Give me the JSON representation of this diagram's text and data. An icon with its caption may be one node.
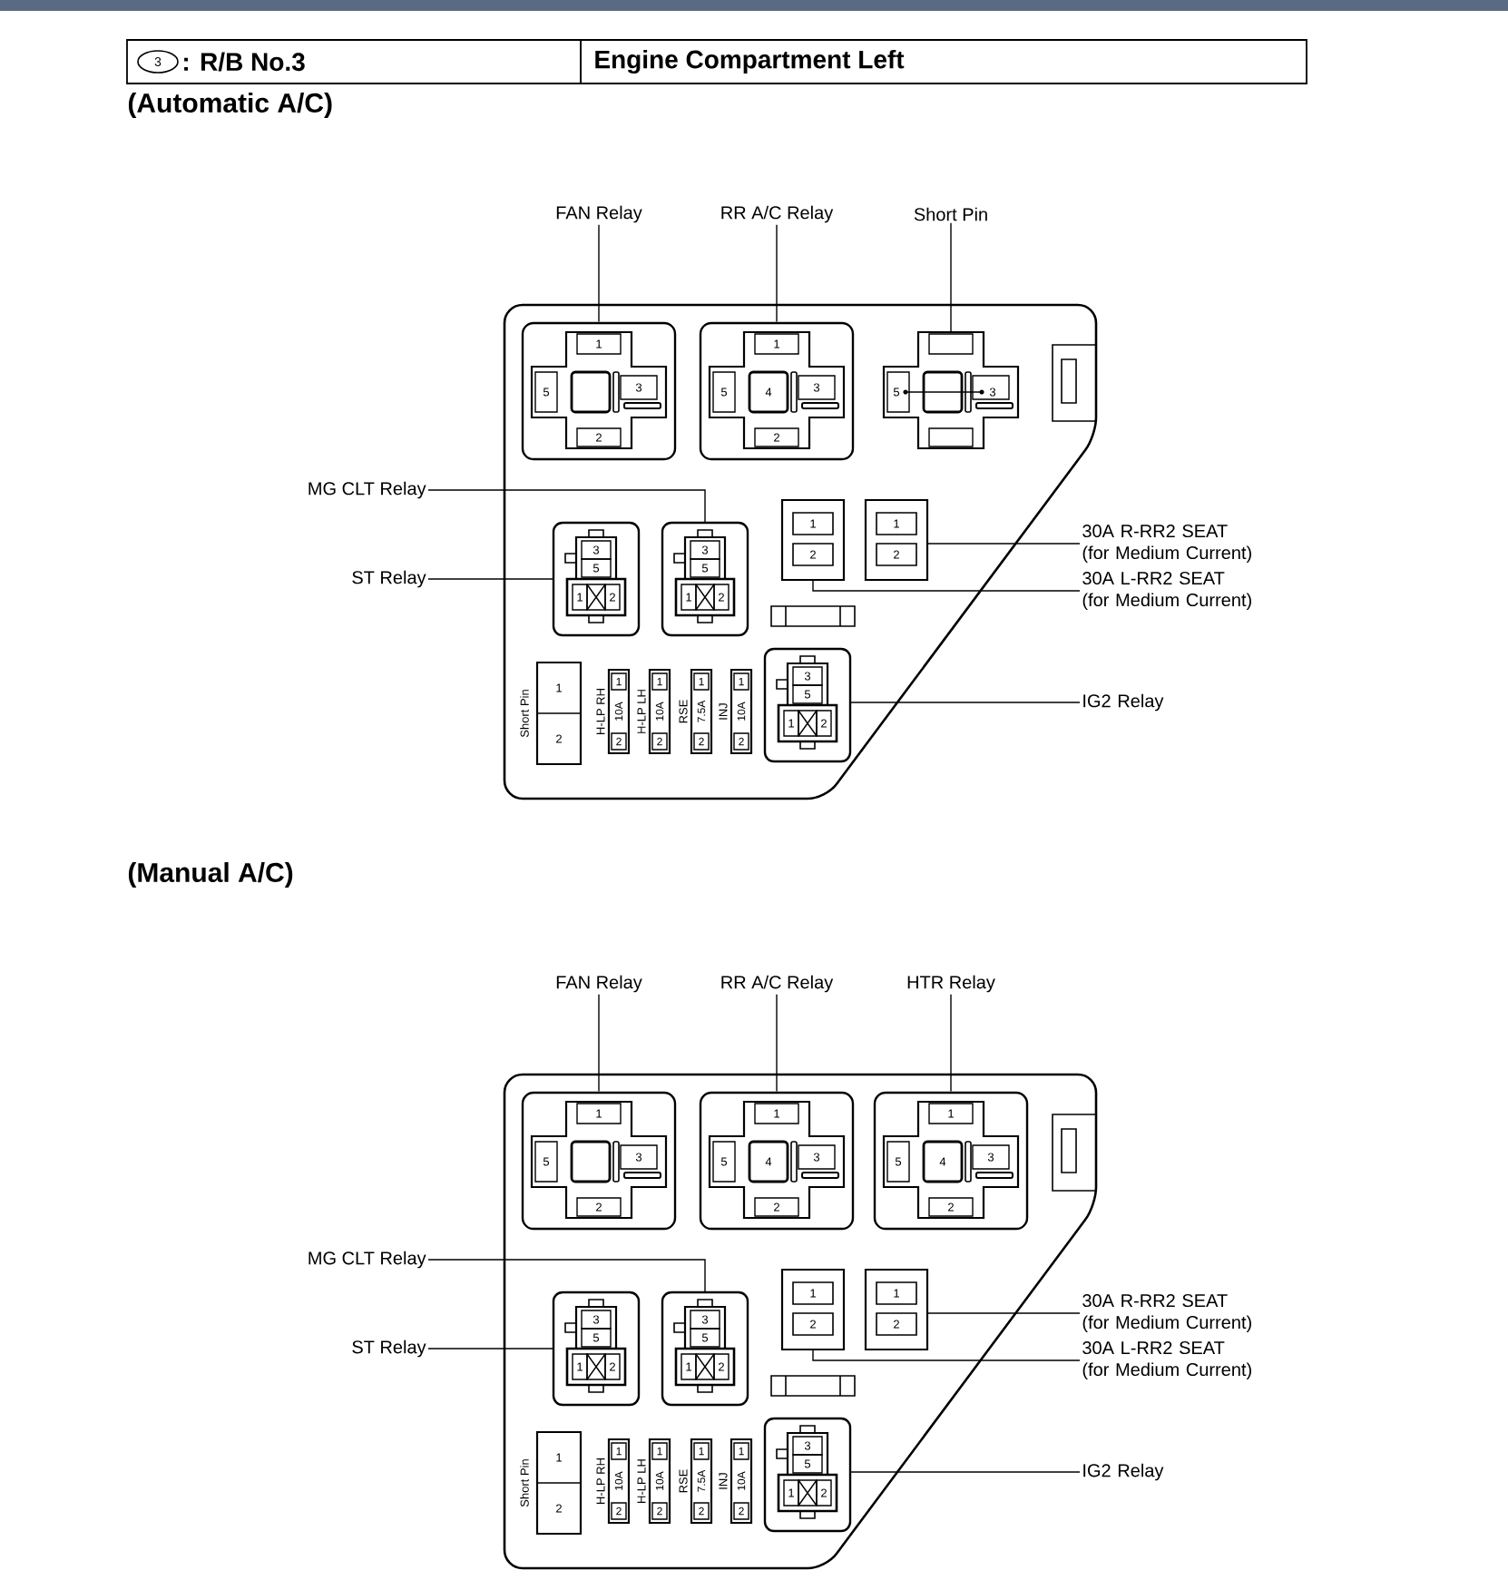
{
  "diagram": {
    "nodes": [
      {
        "text": [
          "FAN Relay"
        ]
      },
      {
        "text": [
          "RR A/C Relay"
        ]
      },
      {
        "text": [
          "Short Pin"
        ]
      },
      {
        "text": [],
        "shape": "box"
      },
      {
        "text": [
          "1",
          "5",
          "3",
          "2"
        ],
        "in": 3
      },
      {
        "text": [
          "1",
          "5",
          "4",
          "3",
          "2"
        ],
        "in": 3
      },
      {
        "text": [
          "5",
          "3"
        ],
        "in": 3
      },
      {
        "text": [
          "MG CLT Relay"
        ]
      },
      {
        "text": [
          "ST Relay"
        ]
      },
      {
        "text": [
          "3",
          "5",
          "1",
          "2"
        ],
        "in": 3
      },
      {
        "text": [
          "3",
          "5",
          "1",
          "2"
        ],
        "in": 3
      },
      {
        "text": [
          "1",
          "2"
        ],
        "in": 3
      },
      {
        "text": [
          "1",
          "2"
        ],
        "in": 3
      },
      {
        "text": [
          "30A R-RR2 SEAT (for Medium Current)"
        ]
      },
      {
        "text": [
          "30A L-RR2 SEAT (for Medium Current)"
        ]
      },
      {
        "text": [
          "1",
          "2"
        ],
        "beside": [
          "Short Pin"
        ],
        "in": 3
      },
      {
        "text": [
          "1",
          "10A",
          "2"
        ],
        "beside": [
          "H-LP RH"
        ],
        "in": 3
      },
      {
        "text": [
          "1",
          "10A",
          "2"
        ],
        "beside": [
          "H-LP LH"
        ],
        "in": 3
      },
      {
        "text": [
          "1",
          "7.5A",
          "2"
        ],
        "beside": [
          "RSE"
        ],
        "in": 3
      },
      {
        "text": [
          "1",
          "10A",
          "2"
        ],
        "beside": [
          "INJ"
        ],
        "in": 3
      },
      {
        "text": [
          "3",
          "5",
          "1",
          "2"
        ],
        "in": 3
      },
      {
        "text": [
          "IG2 Relay"
        ]
      },
      {
        "text": [
          "FAN Relay"
        ]
      },
      {
        "text": [
          "RR A/C Relay"
        ]
      },
      {
        "text": [
          "HTR Relay"
        ]
      },
      {
        "text": [],
        "shape": "box"
      },
      {
        "text": [
          "1",
          "5",
          "3",
          "2"
        ],
        "in": 25
      },
      {
        "text": [
          "1",
          "5",
          "4",
          "3",
          "2"
        ],
        "in": 25
      },
      {
        "text": [
          "1",
          "5",
          "4",
          "3",
          "2"
        ],
        "in": 25
      },
      {
        "text": [
          "MG CLT Relay"
        ]
      },
      {
        "text": [
          "ST Relay"
        ]
      },
      {
        "text": [
          "3",
          "5",
          "1",
          "2"
        ],
        "in": 25
      },
      {
        "text": [
          "3",
          "5",
          "1",
          "2"
        ],
        "in": 25
      },
      {
        "text": [
          "1",
          "2"
        ],
        "in": 25
      },
      {
        "text": [
          "1",
          "2"
        ],
        "in": 25
      },
      {
        "text": [
          "30A R-RR2 SEAT (for Medium Current)"
        ]
      },
      {
        "text": [
          "30A L-RR2 SEAT (for Medium Current)"
        ]
      },
      {
        "text": [
          "1",
          "2"
        ],
        "beside": [
          "Short Pin"
        ],
        "in": 25
      },
      {
        "text": [
          "1",
          "10A",
          "2"
        ],
        "beside": [
          "H-LP RH"
        ],
        "in": 25
      },
      {
        "text": [
          "1",
          "10A",
          "2"
        ],
        "beside": [
          "H-LP LH"
        ],
        "in": 25
      },
      {
        "text": [
          "1",
          "7.5A",
          "2"
        ],
        "beside": [
          "RSE"
        ],
        "in": 25
      },
      {
        "text": [
          "1",
          "10A",
          "2"
        ],
        "beside": [
          "INJ"
        ],
        "in": 25
      },
      {
        "text": [
          "3",
          "5",
          "1",
          "2"
        ],
        "in": 25
      },
      {
        "text": [
          "IG2 Relay"
        ]
      }
    ],
    "edges": [
      {
        "from": 0,
        "to": 4,
        "arrow": "none"
      },
      {
        "from": 1,
        "to": 5,
        "arrow": "none"
      },
      {
        "from": 2,
        "to": 6,
        "arrow": "none"
      },
      {
        "from": 7,
        "to": 10,
        "arrow": "none"
      },
      {
        "from": 8,
        "to": 9,
        "arrow": "none"
      },
      {
        "from": 13,
        "to": 12,
        "arrow": "none"
      },
      {
        "from": 14,
        "to": 11,
        "arrow": "none"
      },
      {
        "from": 21,
        "to": 20,
        "arrow": "none"
      },
      {
        "from": 22,
        "to": 26,
        "arrow": "none"
      },
      {
        "from": 23,
        "to": 27,
        "arrow": "none"
      },
      {
        "from": 24,
        "to": 28,
        "arrow": "none"
      },
      {
        "from": 29,
        "to": 32,
        "arrow": "none"
      },
      {
        "from": 30,
        "to": 31,
        "arrow": "none"
      },
      {
        "from": 35,
        "to": 34,
        "arrow": "none"
      },
      {
        "from": 36,
        "to": 33,
        "arrow": "none"
      },
      {
        "from": 43,
        "to": 42,
        "arrow": "none"
      }
    ],
    "labels": [
      "3",
      ": R/B No.3",
      "Engine Compartment Left",
      "(Automatic A/C)",
      "(Manual A/C)"
    ]
  }
}
